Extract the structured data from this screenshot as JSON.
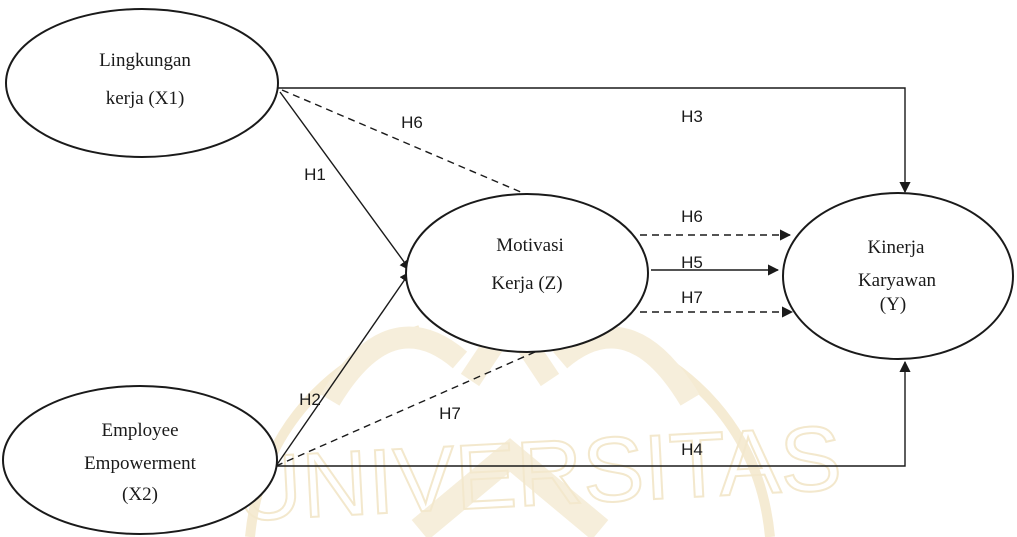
{
  "watermark": {
    "text": "UNIVERSITAS"
  },
  "nodes": {
    "x1": {
      "lines": [
        "Lingkungan",
        "kerja (X1)"
      ]
    },
    "x2": {
      "lines": [
        "Employee",
        "Empowerment",
        "(X2)"
      ]
    },
    "z": {
      "lines": [
        "Motivasi",
        "Kerja (Z)"
      ]
    },
    "y": {
      "lines": [
        "Kinerja",
        "Karyawan",
        "(Y)"
      ]
    }
  },
  "edges": [
    {
      "id": "h1",
      "label": "H1",
      "from": "Lingkungan kerja (X1)",
      "to": "Motivasi Kerja (Z)",
      "style": "solid"
    },
    {
      "id": "h2",
      "label": "H2",
      "from": "Employee Empowerment (X2)",
      "to": "Motivasi Kerja (Z)",
      "style": "solid"
    },
    {
      "id": "h3",
      "label": "H3",
      "from": "Lingkungan kerja (X1)",
      "to": "Kinerja Karyawan (Y)",
      "style": "solid"
    },
    {
      "id": "h4",
      "label": "H4",
      "from": "Employee Empowerment (X2)",
      "to": "Kinerja Karyawan (Y)",
      "style": "solid"
    },
    {
      "id": "h5",
      "label": "H5",
      "from": "Motivasi Kerja (Z)",
      "to": "Kinerja Karyawan (Y)",
      "style": "solid"
    },
    {
      "id": "h6a",
      "label": "H6",
      "from": "Lingkungan kerja (X1)",
      "to": "Motivasi Kerja (Z)",
      "style": "dashed"
    },
    {
      "id": "h6b",
      "label": "H6",
      "from": "Motivasi Kerja (Z)",
      "to": "Kinerja Karyawan (Y)",
      "style": "dashed"
    },
    {
      "id": "h7a",
      "label": "H7",
      "from": "Employee Empowerment (X2)",
      "to": "Motivasi Kerja (Z)",
      "style": "dashed"
    },
    {
      "id": "h7b",
      "label": "H7",
      "from": "Motivasi Kerja (Z)",
      "to": "Kinerja Karyawan (Y)",
      "style": "dashed"
    }
  ],
  "colors": {
    "line": "#1a1a1a",
    "watermark": "#f2e6c8"
  }
}
